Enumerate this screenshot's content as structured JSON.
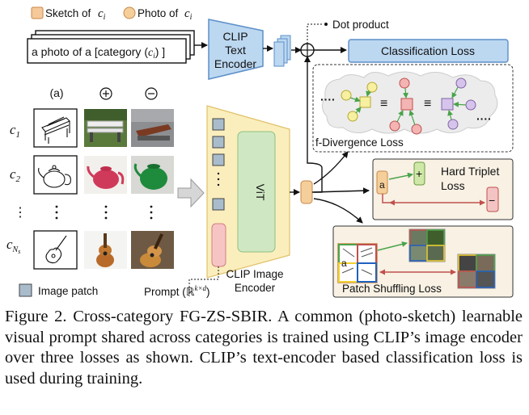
{
  "legend": {
    "sketch_label": "Sketch of",
    "photo_label": "Photo of",
    "ci": "ci",
    "patch_label": "Image patch"
  },
  "text_prompt": "a photo of a [category (ci) ]",
  "text_encoder": [
    "CLIP",
    "Text",
    "Encoder"
  ],
  "dot_product": "Dot product",
  "classification_loss": "Classification Loss",
  "grid": {
    "col_headers": [
      "(a)",
      "⊕",
      "⊖"
    ],
    "row_labels": [
      "c1",
      "c2",
      "⋮",
      "cNs"
    ]
  },
  "vit_label": "ViT",
  "image_encoder": [
    "CLIP Image",
    "Encoder"
  ],
  "prompt_label": "Prompt (ℝk×d)",
  "fdiv_loss": "f-Divergence Loss",
  "hard_triplet_loss": [
    "Hard Triplet",
    "Loss"
  ],
  "patch_shuffling_loss": "Patch Shuffling Loss",
  "symbols": {
    "plus": "+",
    "minus": "−",
    "equiv": "≡",
    "anchor": "a",
    "dots": "····"
  },
  "colors": {
    "sketch_fill": "#f5c99a",
    "photo_fill": "#f5cf9a",
    "encoder_fill": "#bcd7f0",
    "encoder_stroke": "#5b8fc9",
    "vit_fill": "#cfe8c3",
    "clip_image_fill": "#fbeebd",
    "patch_fill": "#a9bccc",
    "prompt_fill": "#f7c4c4",
    "loss_panel": "#f8f1e4",
    "arrow_green": "#4aa34a",
    "arrow_red": "#c0504d"
  },
  "caption": "Figure 2. Cross-category FG-ZS-SBIR. A common (photo-sketch) learnable visual prompt shared across categories is trained using CLIP’s image encoder over three losses as shown. CLIP’s text-encoder based classification loss is used during training."
}
